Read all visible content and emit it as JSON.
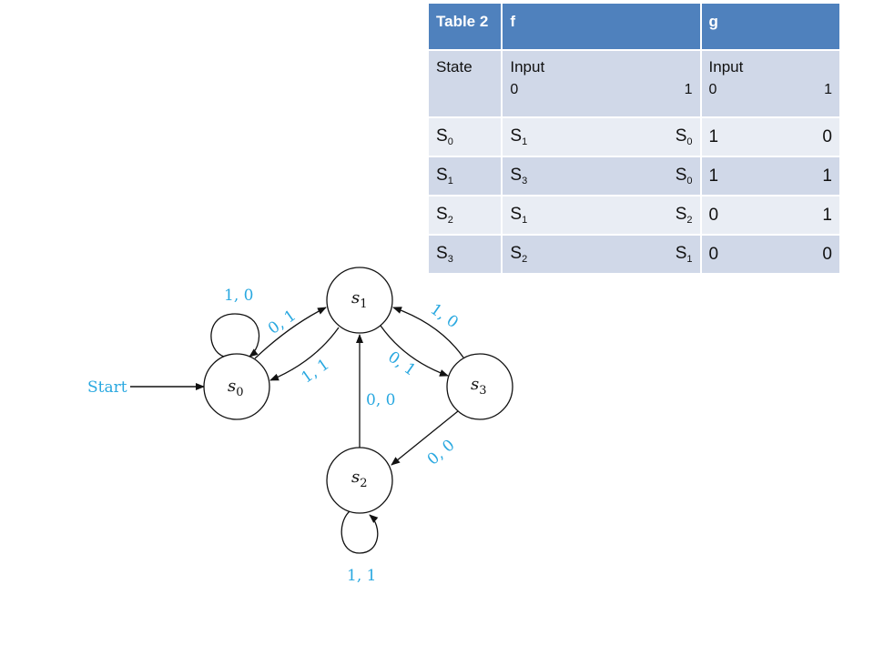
{
  "table": {
    "title": "Table 2",
    "f_header": "f",
    "g_header": "g",
    "state_header": "State",
    "input_label_f": "Input",
    "input_label_g": "Input",
    "input_0": "0",
    "input_1": "1",
    "rows": [
      {
        "state": "S",
        "state_sub": "0",
        "f0": "S",
        "f0_sub": "1",
        "f1": "S",
        "f1_sub": "0",
        "g0": "1",
        "g1": "0"
      },
      {
        "state": "S",
        "state_sub": "1",
        "f0": "S",
        "f0_sub": "3",
        "f1": "S",
        "f1_sub": "0",
        "g0": "1",
        "g1": "1"
      },
      {
        "state": "S",
        "state_sub": "2",
        "f0": "S",
        "f0_sub": "1",
        "f1": "S",
        "f1_sub": "2",
        "g0": "0",
        "g1": "1"
      },
      {
        "state": "S",
        "state_sub": "3",
        "f0": "S",
        "f0_sub": "2",
        "f1": "S",
        "f1_sub": "1",
        "g0": "0",
        "g1": "0"
      }
    ]
  },
  "diagram": {
    "start_label": "Start",
    "states": [
      {
        "name": "s",
        "sub": "0"
      },
      {
        "name": "s",
        "sub": "1"
      },
      {
        "name": "s",
        "sub": "2"
      },
      {
        "name": "s",
        "sub": "3"
      }
    ],
    "edges": {
      "s0_loop": "1, 0",
      "s0_to_s1": "0, 1",
      "s1_to_s0": "1, 1",
      "s1_to_s3": "0, 1",
      "s3_to_s1": "1, 0",
      "s2_to_s1": "0, 0",
      "s3_to_s2": "0, 0",
      "s2_loop": "1, 1"
    },
    "colors": {
      "edge_label": "#29a8e0",
      "header_fill": "#4f81bd"
    }
  }
}
